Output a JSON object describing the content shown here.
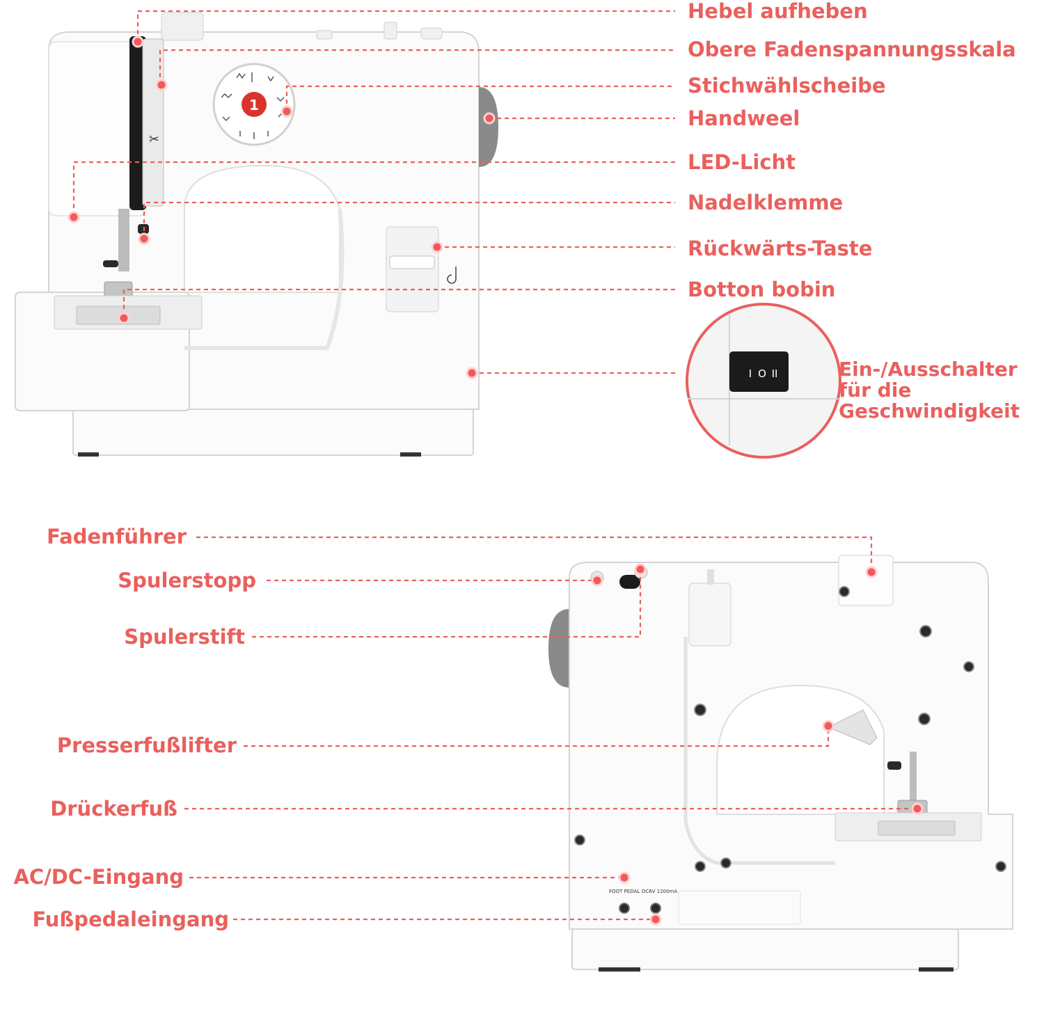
{
  "colors": {
    "accent": "#e9605d",
    "machine_body": "#fbfbfb",
    "handwheel": "#8a8a8a",
    "dial_center": "#d9342c"
  },
  "labels_front": {
    "hebel": "Hebel aufheben",
    "spannung": "Obere Fadenspannungsskala",
    "stichwahl": "Stichwählscheibe",
    "handweel": "Handweel",
    "led": "LED-Licht",
    "nadelklemme": "Nadelklemme",
    "rueckwaerts": "Rückwärts-Taste",
    "bobin": "Botton bobin",
    "schalter_line1": "Ein-/Ausschalter",
    "schalter_line2": "für die",
    "schalter_line3": "Geschwindigkeit"
  },
  "labels_back": {
    "fadenfuehrer": "Fadenführer",
    "spulerstopp": "Spulerstopp",
    "spulerstift": "Spulerstift",
    "presserfuss": "Presserfußlifter",
    "drueckerfuss": "Drückerfuß",
    "acdc": "AC/DC-Eingang",
    "fusspedal": "Fußpedaleingang"
  },
  "machine_markings": {
    "dial_number": "1",
    "foot_pedal": "FOOT PEDAL",
    "dc_input": "DC6V 1200mA",
    "switch_on": "I",
    "switch_off": "O",
    "switch_high": "II"
  },
  "icons": {
    "reverse": "reverse-arrow-icon",
    "scissors": "scissors-icon"
  }
}
